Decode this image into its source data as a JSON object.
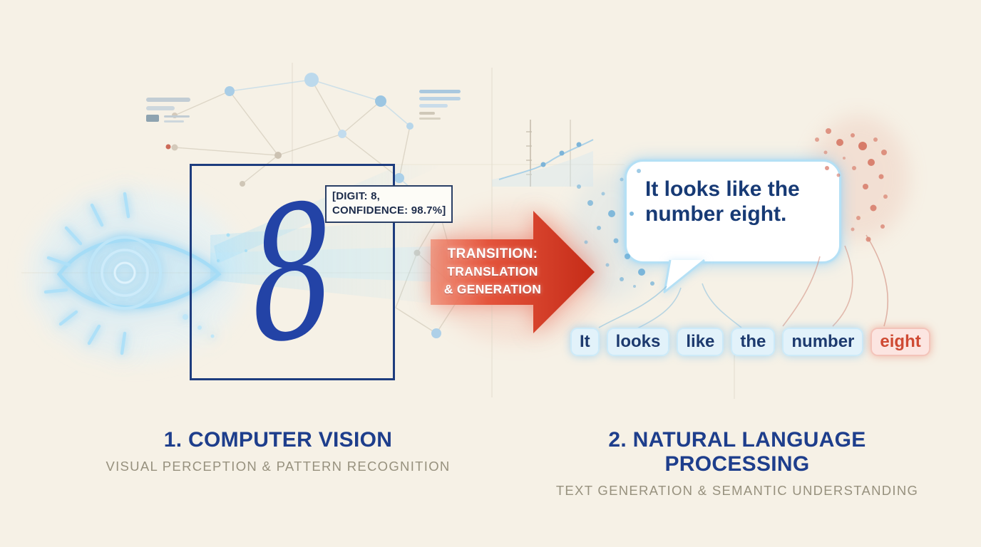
{
  "vision": {
    "digit": "8",
    "detection_line1": "[DIGIT: 8,",
    "detection_line2": "CONFIDENCE: 98.7%]",
    "caption_title": "1. COMPUTER VISION",
    "caption_subtitle": "VISUAL PERCEPTION & PATTERN RECOGNITION"
  },
  "transition": {
    "line1": "TRANSITION:",
    "line2": "TRANSLATION",
    "line3": "& GENERATION"
  },
  "nlp": {
    "speech_text": "It looks like the number eight.",
    "tokens": [
      "It",
      "looks",
      "like",
      "the",
      "number",
      "eight"
    ],
    "caption_title": "2. NATURAL LANGUAGE PROCESSING",
    "caption_subtitle": "TEXT GENERATION & SEMANTIC UNDERSTANDING"
  },
  "colors": {
    "background": "#f6f1e6",
    "navy_title": "#1e3e8c",
    "digit_blue": "#2343a6",
    "eye_glow_blue": "#8fd0f0",
    "arrow_red": "#cc3a26",
    "bubble_border_blue": "#b5e0f5",
    "token_text_blue": "#1d3a6e",
    "token_text_red": "#cf4a33",
    "subtitle_gray": "#97917e"
  }
}
